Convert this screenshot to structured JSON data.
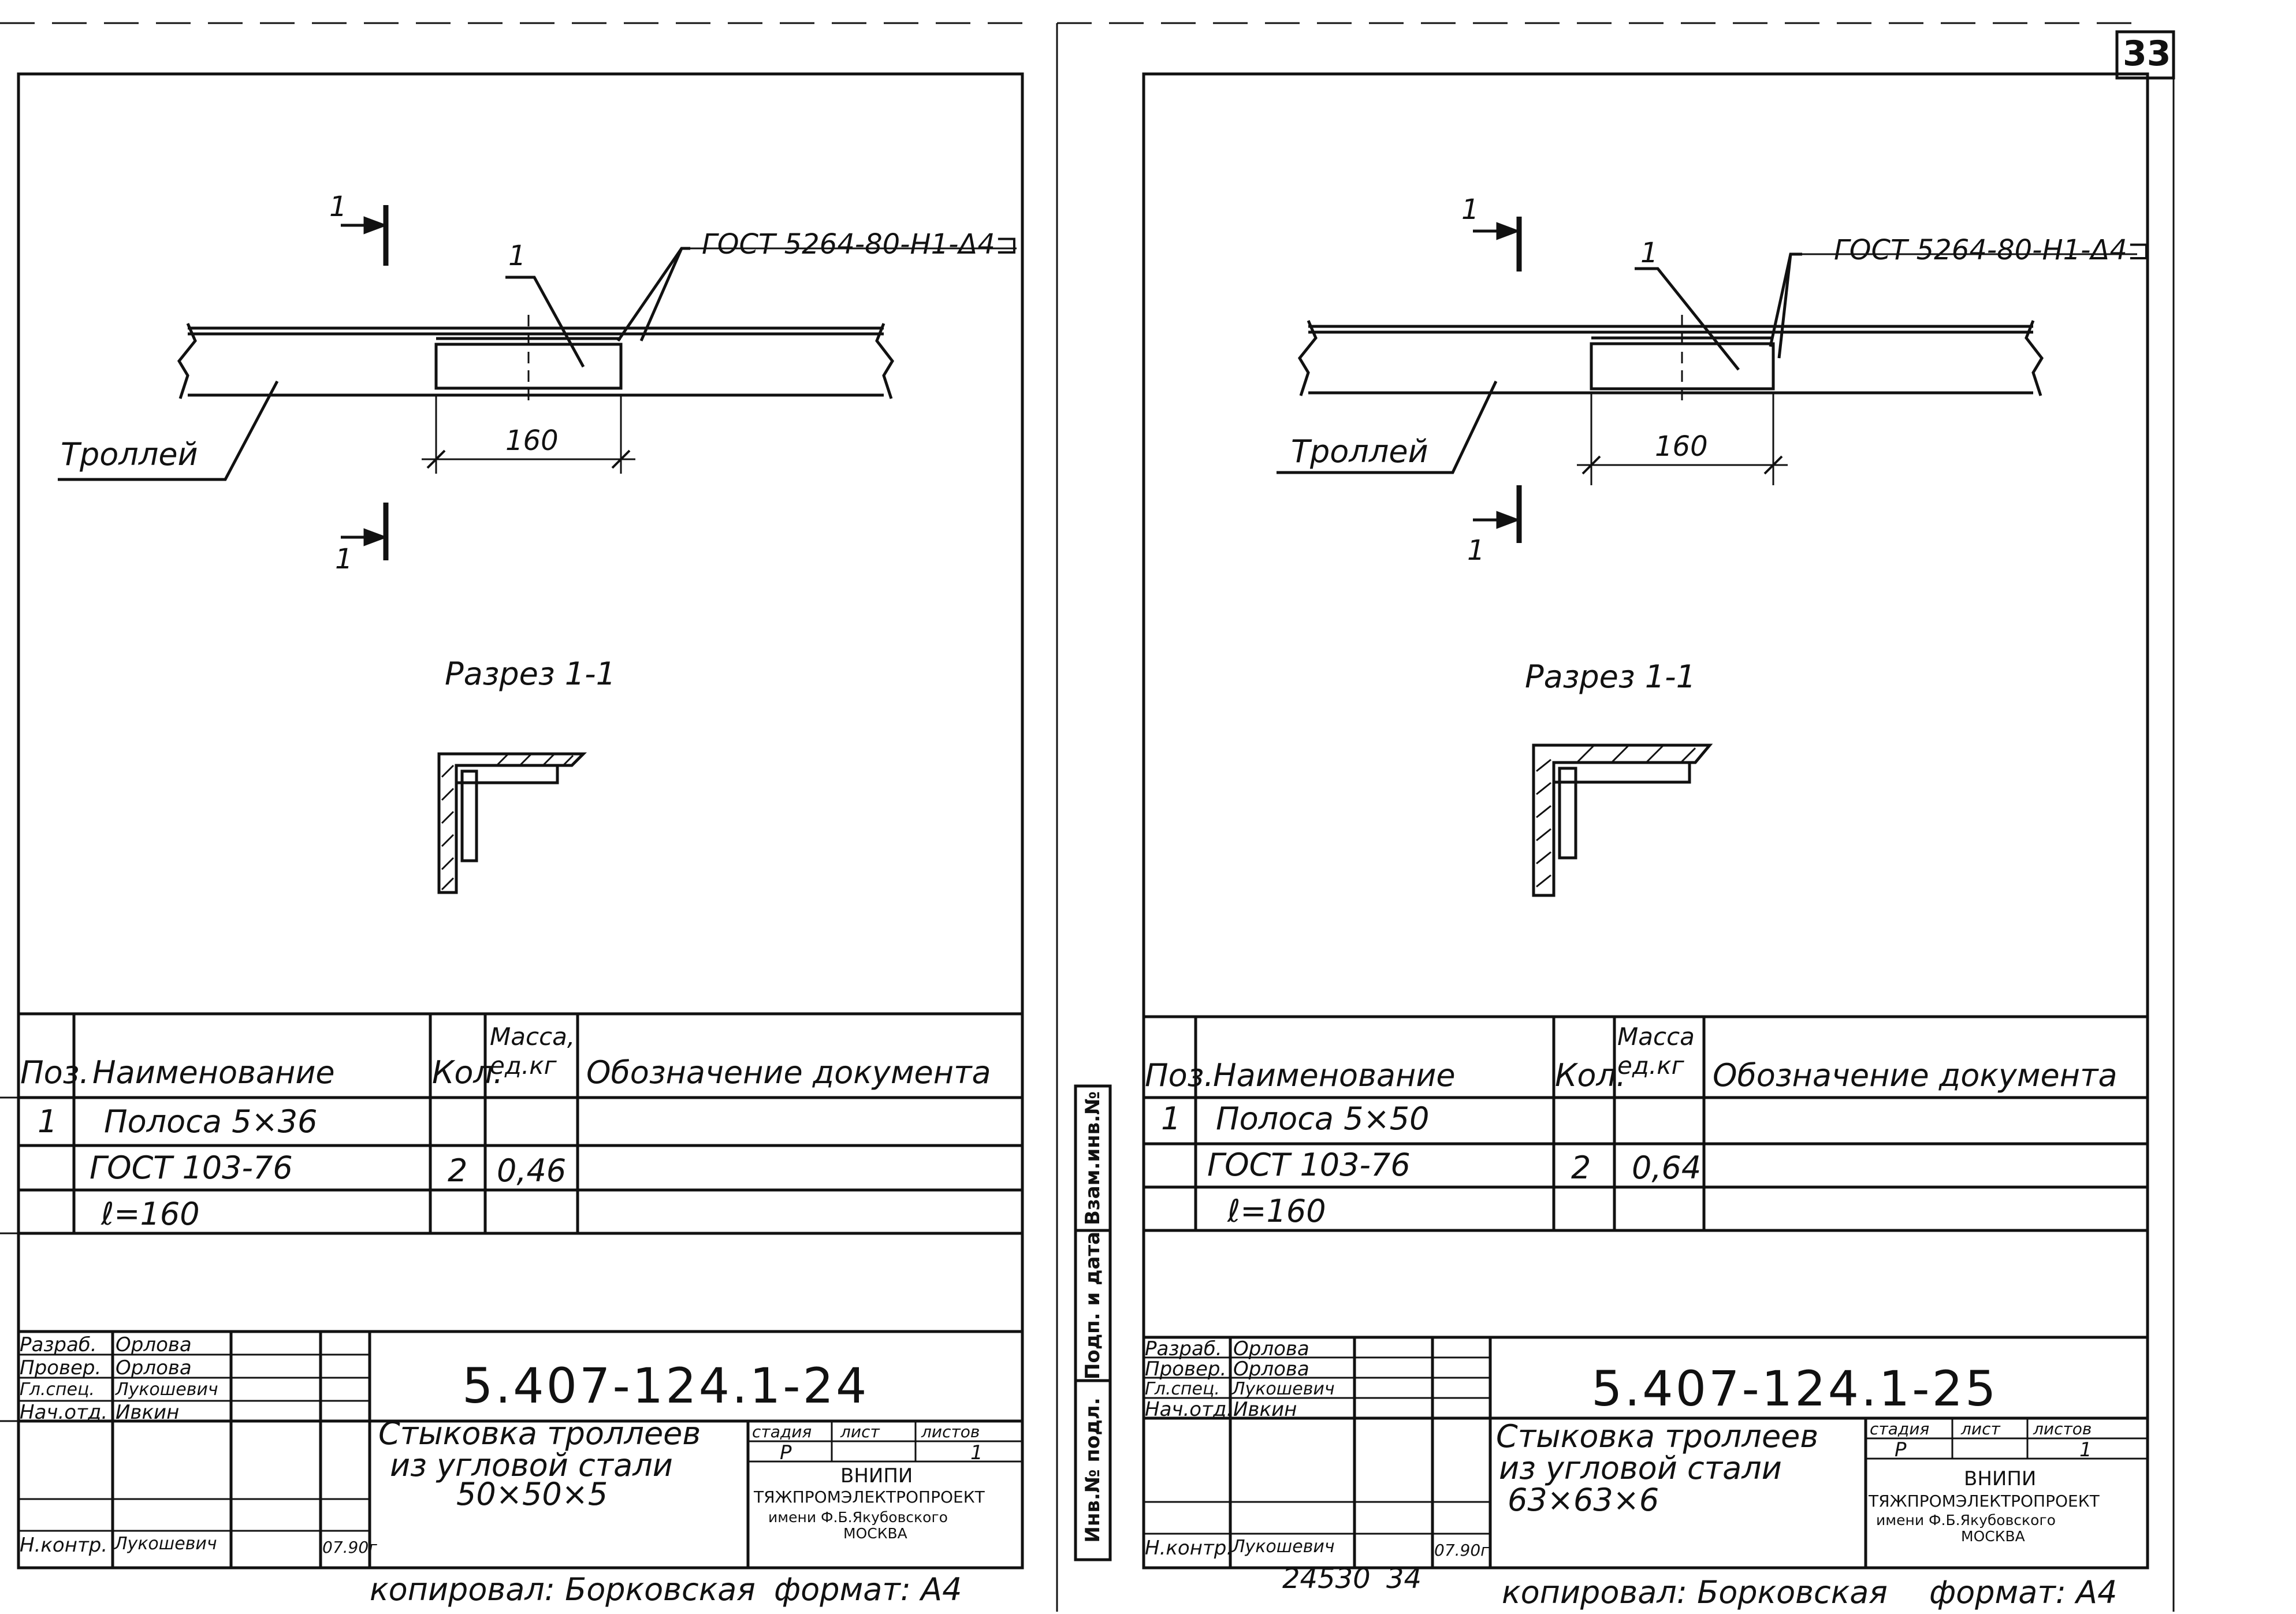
{
  "page_number": "33",
  "sheets": [
    {
      "id": "left",
      "section_marks": [
        "1",
        "1"
      ],
      "position_label": "1",
      "weld_label": "ГОСТ 5264-80-Н1-Δ4⊐",
      "trolley_label": "Троллей",
      "dimension": "160",
      "section_title": "Разрез 1-1",
      "spec_headers": {
        "pos": "Поз.",
        "name": "Наименование",
        "qty": "Кол.",
        "mass": "Масса, ед.кг",
        "doc": "Обозначение документа"
      },
      "spec_rows": [
        {
          "pos": "1",
          "name": "Полоса 5×36",
          "qty": "",
          "mass": ""
        },
        {
          "pos": "",
          "name": "ГОСТ 103-76",
          "qty": "2",
          "mass": "0,46"
        },
        {
          "pos": "",
          "name": "ℓ=160",
          "qty": "",
          "mass": ""
        }
      ],
      "roles": [
        {
          "role": "Разраб.",
          "name": "Орлова"
        },
        {
          "role": "Провер.",
          "name": "Орлова"
        },
        {
          "role": "Гл.спец.",
          "name": "Лукошевич"
        },
        {
          "role": "Нач.отд.",
          "name": "Ивкин"
        },
        {
          "role": "",
          "name": ""
        },
        {
          "role": "Н.контр.",
          "name": "Лукошевич"
        }
      ],
      "sign_date": "07.90г",
      "doc_code": "5.407-124.1-24",
      "title": [
        "Стыковка троллеев",
        "из угловой стали",
        "50×50×5"
      ],
      "stage_headers": [
        "стадия",
        "лист",
        "листов"
      ],
      "stage_values": [
        "Р",
        "",
        "1"
      ],
      "org": [
        "ВНИПИ",
        "ТЯЖПРОМЭЛЕКТРОПРОЕКТ",
        "имени Ф.Б.Якубовского",
        "МОСКВА"
      ],
      "copied_by": "копировал: Борковская",
      "format": "формат: А4"
    },
    {
      "id": "right",
      "section_marks": [
        "1",
        "1"
      ],
      "position_label": "1",
      "weld_label": "ГОСТ 5264-80-Н1-Δ4⊐",
      "trolley_label": "Троллей",
      "dimension": "160",
      "section_title": "Разрез 1-1",
      "spec_headers": {
        "pos": "Поз.",
        "name": "Наименование",
        "qty": "Кол.",
        "mass": "Масса ед.кг",
        "doc": "Обозначение документа"
      },
      "spec_rows": [
        {
          "pos": "1",
          "name": "Полоса 5×50",
          "qty": "",
          "mass": ""
        },
        {
          "pos": "",
          "name": "ГОСТ 103-76",
          "qty": "2",
          "mass": "0,64"
        },
        {
          "pos": "",
          "name": "ℓ=160",
          "qty": "",
          "mass": ""
        }
      ],
      "roles": [
        {
          "role": "Разраб.",
          "name": "Орлова"
        },
        {
          "role": "Провер.",
          "name": "Орлова"
        },
        {
          "role": "Гл.спец.",
          "name": "Лукошевич"
        },
        {
          "role": "Нач.отд.",
          "name": "Ивкин"
        },
        {
          "role": "",
          "name": ""
        },
        {
          "role": "Н.контр.",
          "name": "Лукошевич"
        }
      ],
      "sign_date": "07.90г",
      "doc_code": "5.407-124.1-25",
      "title": [
        "Стыковка троллеев",
        "из угловой стали",
        "63×63×6"
      ],
      "stage_headers": [
        "стадия",
        "лист",
        "листов"
      ],
      "stage_values": [
        "Р",
        "",
        "1"
      ],
      "org": [
        "ВНИПИ",
        "ТЯЖПРОМЭЛЕКТРОПРОЕКТ",
        "имени Ф.Б.Якубовского",
        "МОСКВА"
      ],
      "copied_by": "копировал: Борковская",
      "format": "формат: А4",
      "side_stamp": [
        "Взам.инв.№",
        "Подп. и дата",
        "Инв.№ подл."
      ],
      "archive_numbers": [
        "24530",
        "34"
      ]
    }
  ]
}
